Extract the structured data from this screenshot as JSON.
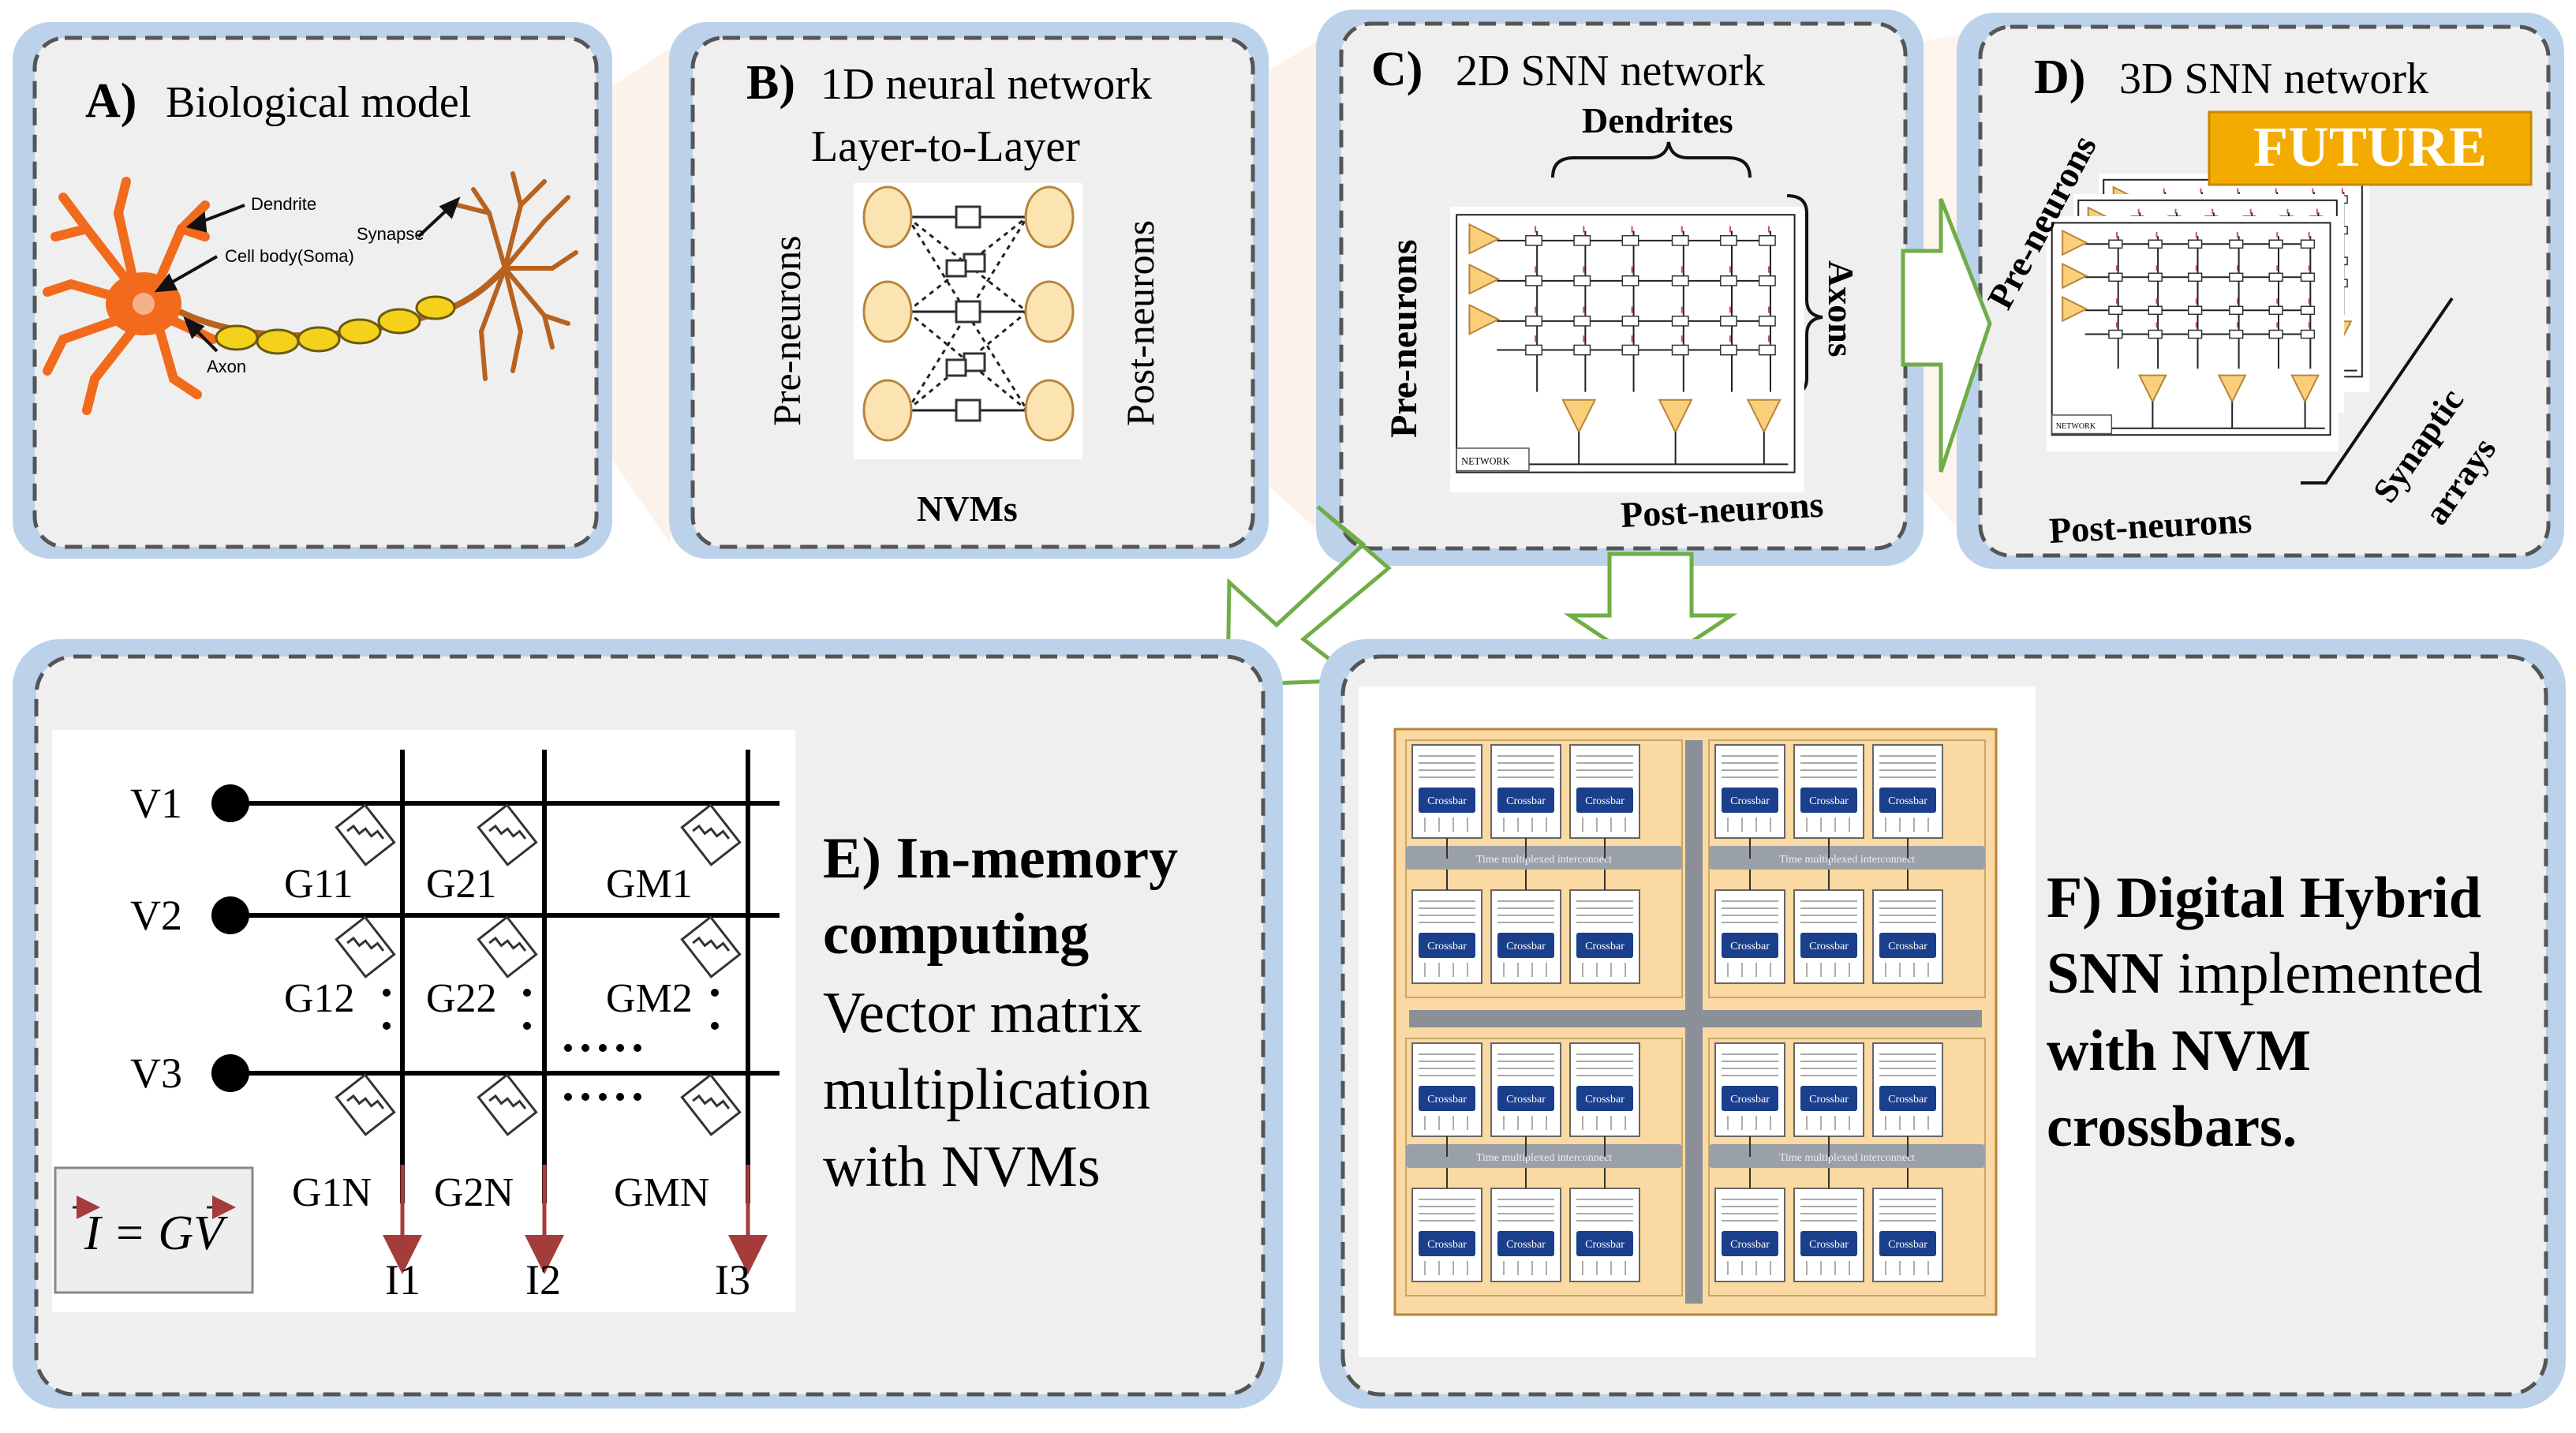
{
  "colors": {
    "panel_bg": "#efefef",
    "panel_border": "#bcd2ea",
    "dash": "#555555",
    "neuron_orange": "#f26a1b",
    "axon_yellow": "#f4d21c",
    "dendrite_brown": "#b8621f",
    "node_fill": "#fbe3b2",
    "triangle_fill": "#fbcf7a",
    "chip_bg": "#fbd9a2",
    "crossbar_blue": "#1a3f8c",
    "future_bg": "#f4ab00",
    "arrow_green": "#70ad47",
    "current_arrow": "#a43c3c"
  },
  "panels": {
    "a": {
      "letter": "A)",
      "title": "Biological model",
      "labels": {
        "dendrite": "Dendrite",
        "soma": "Cell body(Soma)",
        "axon": "Axon",
        "synapse": "Synapse"
      }
    },
    "b": {
      "letter": "B)",
      "title": "1D neural network",
      "subtitle": "Layer-to-Layer",
      "pre": "Pre-neurons",
      "post": "Post-neurons",
      "caption": "NVMs"
    },
    "c": {
      "letter": "C)",
      "title": "2D SNN network",
      "dendrites": "Dendrites",
      "axons": "Axons",
      "pre": "Pre-neurons",
      "post": "Post-neurons",
      "network": "NETWORK"
    },
    "d": {
      "letter": "D)",
      "title": "3D SNN network",
      "badge": "FUTURE",
      "pre": "Pre-neurons",
      "post": "Post-neurons",
      "synaptic_1": "Synaptic",
      "synaptic_2": "arrays",
      "network": "NETWORK"
    },
    "e": {
      "voltages": [
        "V1",
        "V2",
        "V3"
      ],
      "conductances_row1": [
        "G11",
        "G21",
        "GM1"
      ],
      "conductances_row2": [
        "G12",
        "G22",
        "GM2"
      ],
      "conductances_row3": [
        "G1N",
        "G2N",
        "GMN"
      ],
      "currents": [
        "I1",
        "I2",
        "I3"
      ],
      "equation": "I = GV",
      "heading_1": "E) In-memory",
      "heading_2": "computing",
      "body_1": "Vector matrix",
      "body_2": "multiplication",
      "body_3": "with NVMs"
    },
    "f": {
      "crossbar": "Crossbar",
      "interconnect": "Time multiplexed interconnect",
      "heading_1_bold": "F) Digital Hybrid",
      "heading_2_bold": "SNN",
      "heading_2_rest": " implemented",
      "heading_3": "with NVM",
      "heading_4": "crossbars."
    }
  }
}
